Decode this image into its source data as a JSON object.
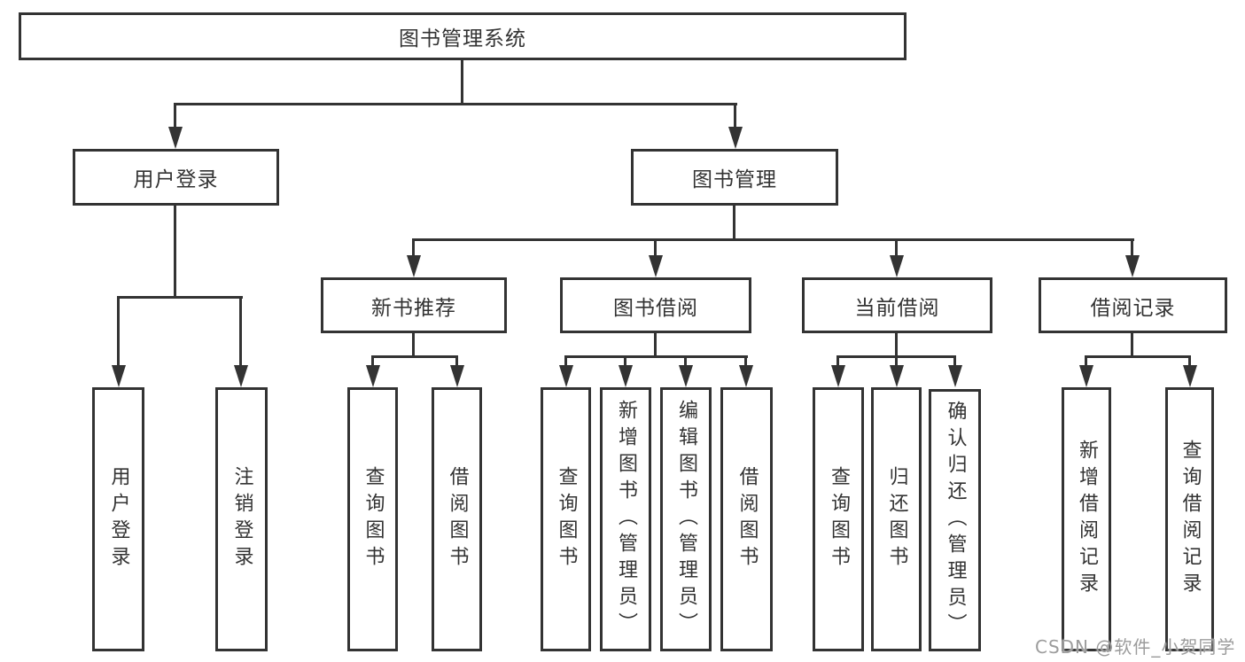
{
  "diagram": {
    "root_label": "图书管理系统",
    "level2": [
      "用户登录",
      "图书管理"
    ],
    "level3": [
      "新书推荐",
      "图书借阅",
      "当前借阅",
      "借阅记录"
    ],
    "leaves": {
      "user_login": [
        "用户登录",
        "注销登录"
      ],
      "new_books": [
        "查询图书",
        "借阅图书"
      ],
      "book_borrow": [
        "查询图书",
        "新增图书（管理员）",
        "编辑图书（管理员）",
        "借阅图书"
      ],
      "current_borrow": [
        "查询图书",
        "归还图书",
        "确认归还（管理员）"
      ],
      "borrow_records": [
        "新增借阅记录",
        "查询借阅记录"
      ]
    }
  },
  "watermark": {
    "text": "CSDN @软件_小贺同学"
  },
  "colors": {
    "line": "#333333",
    "text": "#333333",
    "background": "#ffffff",
    "watermark": "#9c9c9c"
  }
}
